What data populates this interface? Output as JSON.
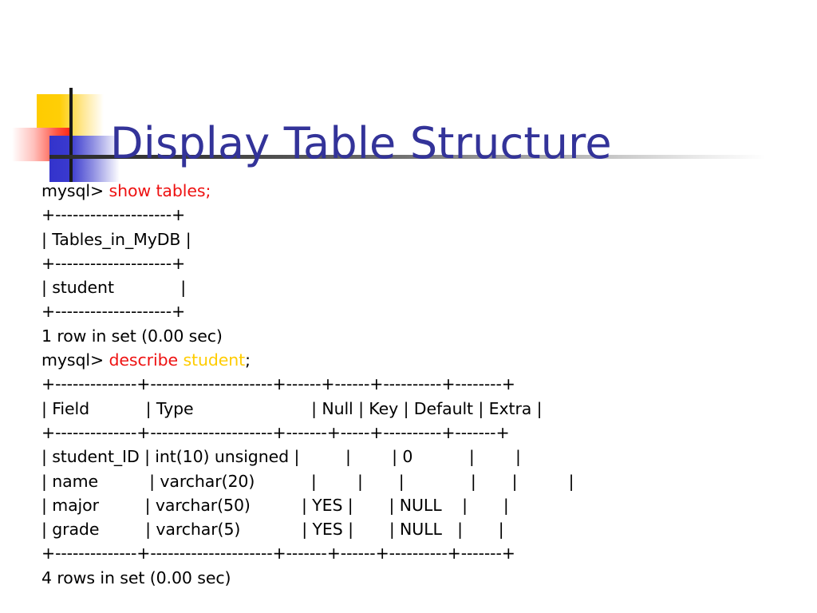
{
  "slide": {
    "title": "Display Table Structure",
    "title_color": "#333399",
    "background_color": "#FFFFFF"
  },
  "decoration": {
    "yellow_square_color": "#FFCC00",
    "red_square_color": "#FF2A18",
    "blue_square_color": "#3333CC",
    "vertical_rule_color": "#1A1A1A",
    "horizontal_rule_color": "#2B2B2B"
  },
  "console": {
    "prompt": "mysql> ",
    "colors": {
      "text": "#000000",
      "keyword": "#EE1111",
      "identifier": "#FFCC00"
    },
    "lines": [
      {
        "tokens": [
          {
            "t": "mysql> ",
            "c": "black"
          },
          {
            "t": "show tables;",
            "c": "red"
          }
        ]
      },
      {
        "tokens": [
          {
            "t": "+--------------------+",
            "c": "black"
          }
        ]
      },
      {
        "tokens": [
          {
            "t": "| Tables_in_MyDB |",
            "c": "black"
          }
        ]
      },
      {
        "tokens": [
          {
            "t": "+--------------------+",
            "c": "black"
          }
        ]
      },
      {
        "tokens": [
          {
            "t": "| student             |",
            "c": "black"
          }
        ]
      },
      {
        "tokens": [
          {
            "t": "+--------------------+",
            "c": "black"
          }
        ]
      },
      {
        "tokens": [
          {
            "t": "1 row in set (0.00 sec)",
            "c": "black"
          }
        ]
      },
      {
        "tokens": [
          {
            "t": "mysql> ",
            "c": "black"
          },
          {
            "t": "describe ",
            "c": "red"
          },
          {
            "t": "student",
            "c": "yellow"
          },
          {
            "t": ";",
            "c": "black"
          }
        ]
      },
      {
        "tokens": [
          {
            "t": "+--------------+---------------------+------+------+----------+--------+",
            "c": "black"
          }
        ]
      },
      {
        "tokens": [
          {
            "t": "| Field           | Type                       | Null | Key | Default | Extra |",
            "c": "black"
          }
        ]
      },
      {
        "tokens": [
          {
            "t": "+--------------+---------------------+-------+-----+----------+-------+",
            "c": "black"
          }
        ]
      },
      {
        "tokens": [
          {
            "t": "| student_ID | int(10) unsigned |         |        | 0           |        |",
            "c": "black"
          }
        ]
      },
      {
        "tokens": [
          {
            "t": "| name          | varchar(20)           |        |       |             |       |          |",
            "c": "black"
          }
        ]
      },
      {
        "tokens": [
          {
            "t": "| major         | varchar(50)          | YES |       | NULL    |       |",
            "c": "black"
          }
        ]
      },
      {
        "tokens": [
          {
            "t": "| grade         | varchar(5)            | YES |       | NULL   |       |",
            "c": "black"
          }
        ]
      },
      {
        "tokens": [
          {
            "t": "+--------------+---------------------+-------+------+----------+-------+",
            "c": "black"
          }
        ]
      },
      {
        "tokens": [
          {
            "t": "4 rows in set (0.00 sec)",
            "c": "black"
          }
        ]
      }
    ],
    "queries": [
      {
        "command": "show tables;",
        "result_summary": "1 row in set (0.00 sec)"
      },
      {
        "command": "describe student;",
        "result_summary": "4 rows in set (0.00 sec)"
      }
    ],
    "show_tables_result": {
      "columns": [
        "Tables_in_MyDB"
      ],
      "rows": [
        [
          "student"
        ]
      ]
    },
    "describe_student_result": {
      "columns": [
        "Field",
        "Type",
        "Null",
        "Key",
        "Default",
        "Extra"
      ],
      "rows": [
        [
          "student_ID",
          "int(10) unsigned",
          "",
          "",
          "0",
          ""
        ],
        [
          "name",
          "varchar(20)",
          "",
          "",
          "",
          ""
        ],
        [
          "major",
          "varchar(50)",
          "YES",
          "",
          "NULL",
          ""
        ],
        [
          "grade",
          "varchar(5)",
          "YES",
          "",
          "NULL",
          ""
        ]
      ]
    }
  }
}
